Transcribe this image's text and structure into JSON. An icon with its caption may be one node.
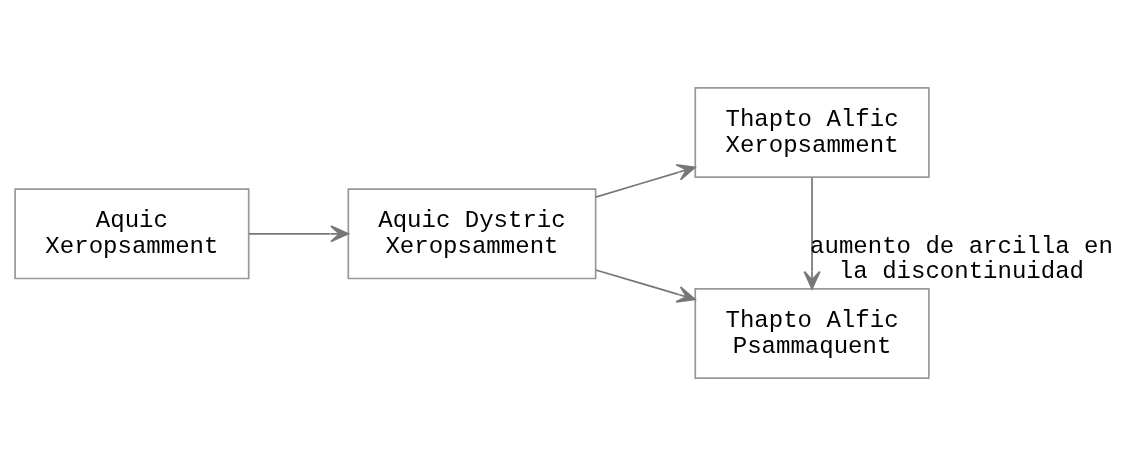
{
  "diagram": {
    "nodes": [
      {
        "text": [
          "Aquic Xeropsamment"
        ]
      },
      {
        "text": [
          "Aquic Dystric Xeropsamment"
        ]
      },
      {
        "text": [
          "Thapto Alfic Xeropsamment"
        ]
      },
      {
        "text": [
          "Thapto Alfic Psammaquent"
        ]
      }
    ],
    "edges": [
      {
        "from": 0,
        "to": 1,
        "arrow": "to"
      },
      {
        "from": 1,
        "to": 2,
        "arrow": "to"
      },
      {
        "from": 1,
        "to": 3,
        "arrow": "to"
      },
      {
        "from": 2,
        "to": 3,
        "arrow": "to",
        "label": "aumento de arcilla en la discontinuidad"
      }
    ]
  }
}
